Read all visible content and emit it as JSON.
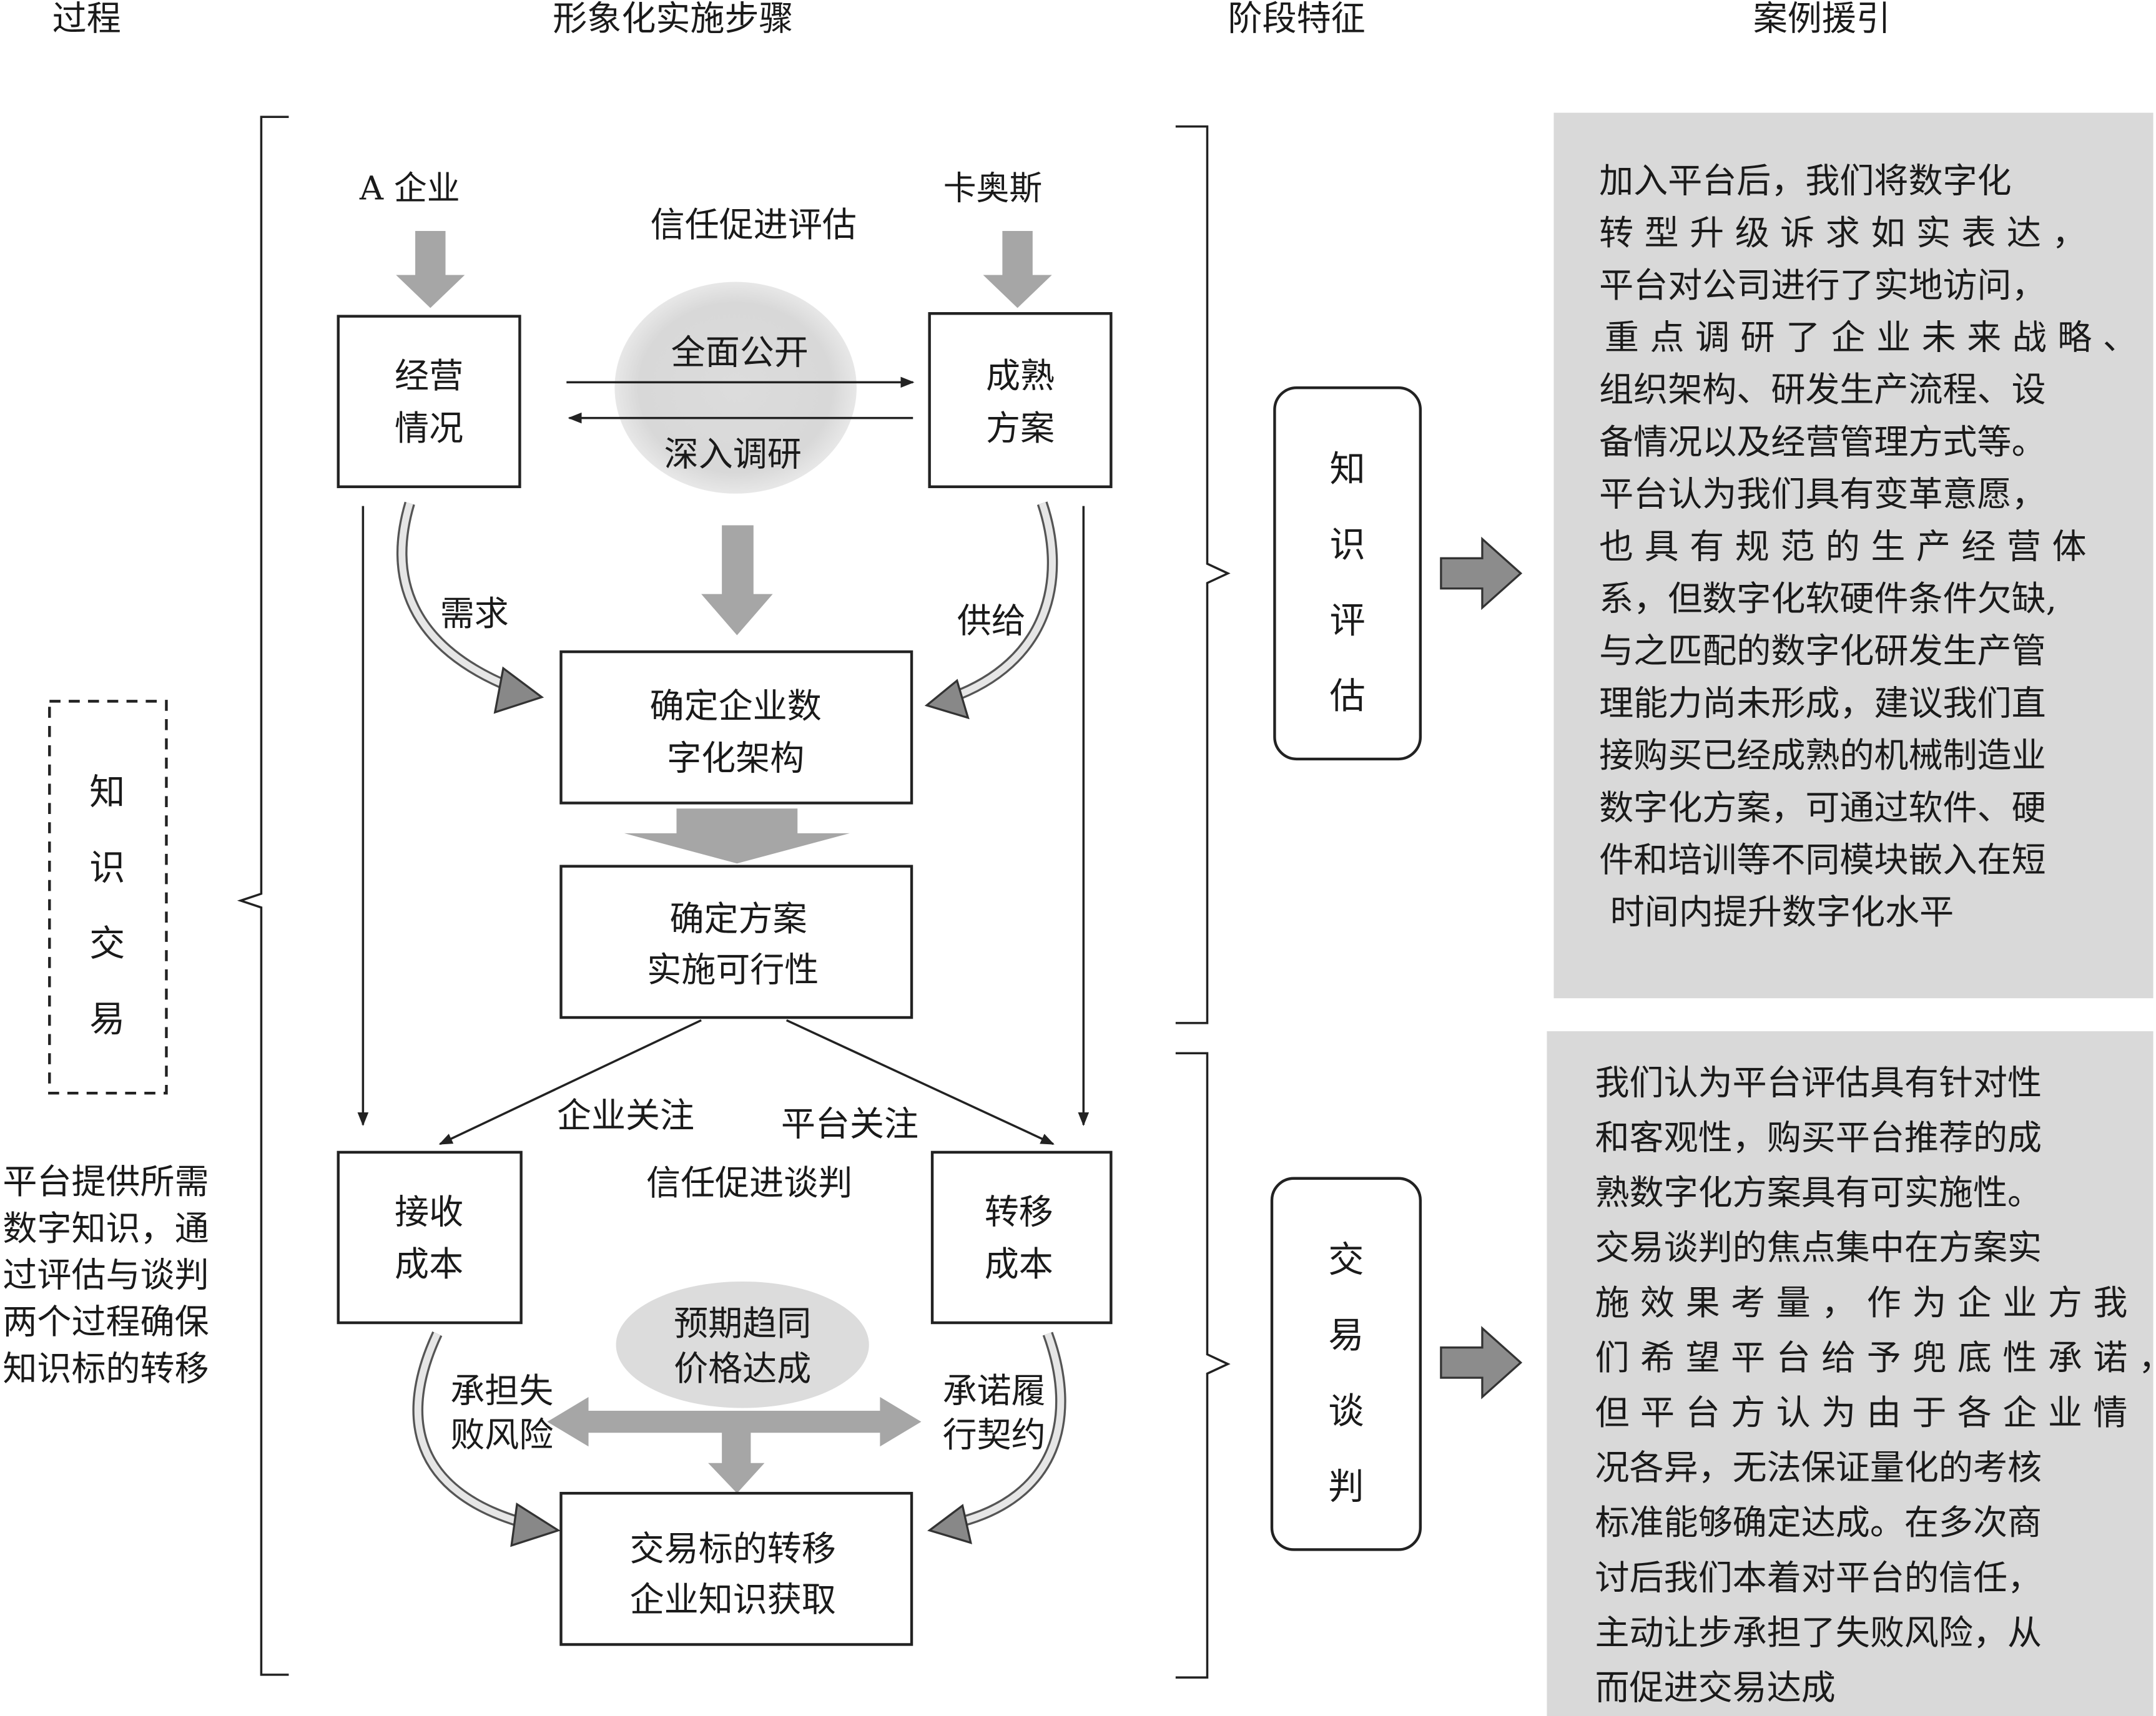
{
  "headers": {
    "process": "过程",
    "steps": "形象化实施步骤",
    "features": "阶段特征",
    "cases": "案例援引"
  },
  "process": {
    "label_chars": [
      "知",
      "识",
      "交",
      "易"
    ],
    "description_lines": [
      "平台提供所需",
      "数字知识，通",
      "过评估与谈判",
      "两个过程确保",
      "知识标的转移"
    ]
  },
  "evaluation": {
    "party_a": "A 企业",
    "party_b": "卡奥斯",
    "title": "信任促进评估",
    "left_box": [
      "经营",
      "情况"
    ],
    "right_box": [
      "成熟",
      "方案"
    ],
    "arrow_top": "全面公开",
    "arrow_bottom": "深入调研",
    "demand": "需求",
    "supply": "供给",
    "arch_box": [
      "确定企业数",
      "字化架构"
    ],
    "feasibility_box": [
      "确定方案",
      "实施可行性"
    ]
  },
  "negotiation": {
    "company_focus": "企业关注",
    "platform_focus": "平台关注",
    "title": "信任促进谈判",
    "left_box": [
      "接收",
      "成本"
    ],
    "right_box": [
      "转移",
      "成本"
    ],
    "consensus": [
      "预期趋同",
      "价格达成"
    ],
    "left_note": [
      "承担失",
      "败风险"
    ],
    "right_note": [
      "承诺履",
      "行契约"
    ],
    "result_box": [
      "交易标的转移",
      "企业知识获取"
    ]
  },
  "stages": [
    {
      "chars": [
        "知",
        "识",
        "评",
        "估"
      ]
    },
    {
      "chars": [
        "交",
        "易",
        "谈",
        "判"
      ]
    }
  ],
  "cases": [
    {
      "lines": [
        "加入平台后，我们将数字化",
        "转 型 升 级 诉 求 如 实 表 达 ，",
        "平台对公司进行了实地访问，",
        "重 点 调 研 了 企 业 未 来 战 略 、",
        "组织架构、研发生产流程、设",
        "备情况以及经营管理方式等。",
        "平台认为我们具有变革意愿，",
        "也 具 有 规 范 的 生 产 经 营 体",
        "系，但数字化软硬件条件欠缺,",
        "与之匹配的数字化研发生产管",
        "理能力尚未形成，建议我们直",
        "接购买已经成熟的机械制造业",
        "数字化方案，可通过软件、硬",
        "件和培训等不同模块嵌入在短",
        "时间内提升数字化水平"
      ]
    },
    {
      "lines": [
        "我们认为平台评估具有针对性",
        "和客观性，购买平台推荐的成",
        "熟数字化方案具有可实施性。",
        "交易谈判的焦点集中在方案实",
        "施 效 果 考 量 ， 作 为 企 业 方 我",
        "们 希 望 平 台 给 予 兜 底 性 承 诺 ，",
        "但 平 台 方 认 为 由 于 各 企 业 情",
        "况各异，无法保证量化的考核",
        "标准能够确定达成。在多次商",
        "讨后我们本着对平台的信任，",
        "主动让步承担了失败风险，从",
        "而促进交易达成"
      ]
    }
  ],
  "colors": {
    "arrow_grey": "#a6a6a6",
    "panel_grey": "#d9d9d9",
    "ellipse_grey": "#dcdcdc",
    "box_fill": "#ffffff"
  }
}
